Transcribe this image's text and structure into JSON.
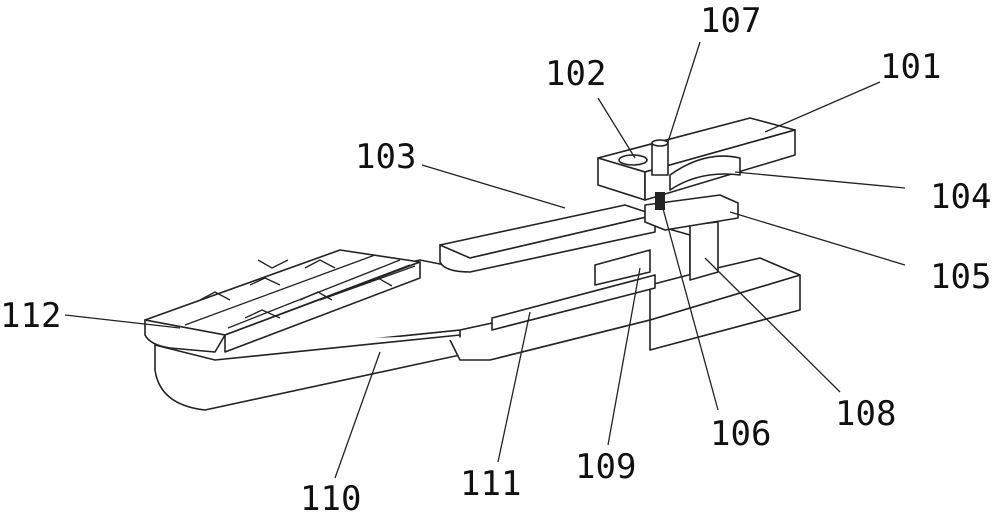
{
  "figure": {
    "labels": {
      "l101": "101",
      "l102": "102",
      "l103": "103",
      "l104": "104",
      "l105": "105",
      "l106": "106",
      "l107": "107",
      "l108": "108",
      "l109": "109",
      "l110": "110",
      "l111": "111",
      "l112": "112"
    }
  }
}
